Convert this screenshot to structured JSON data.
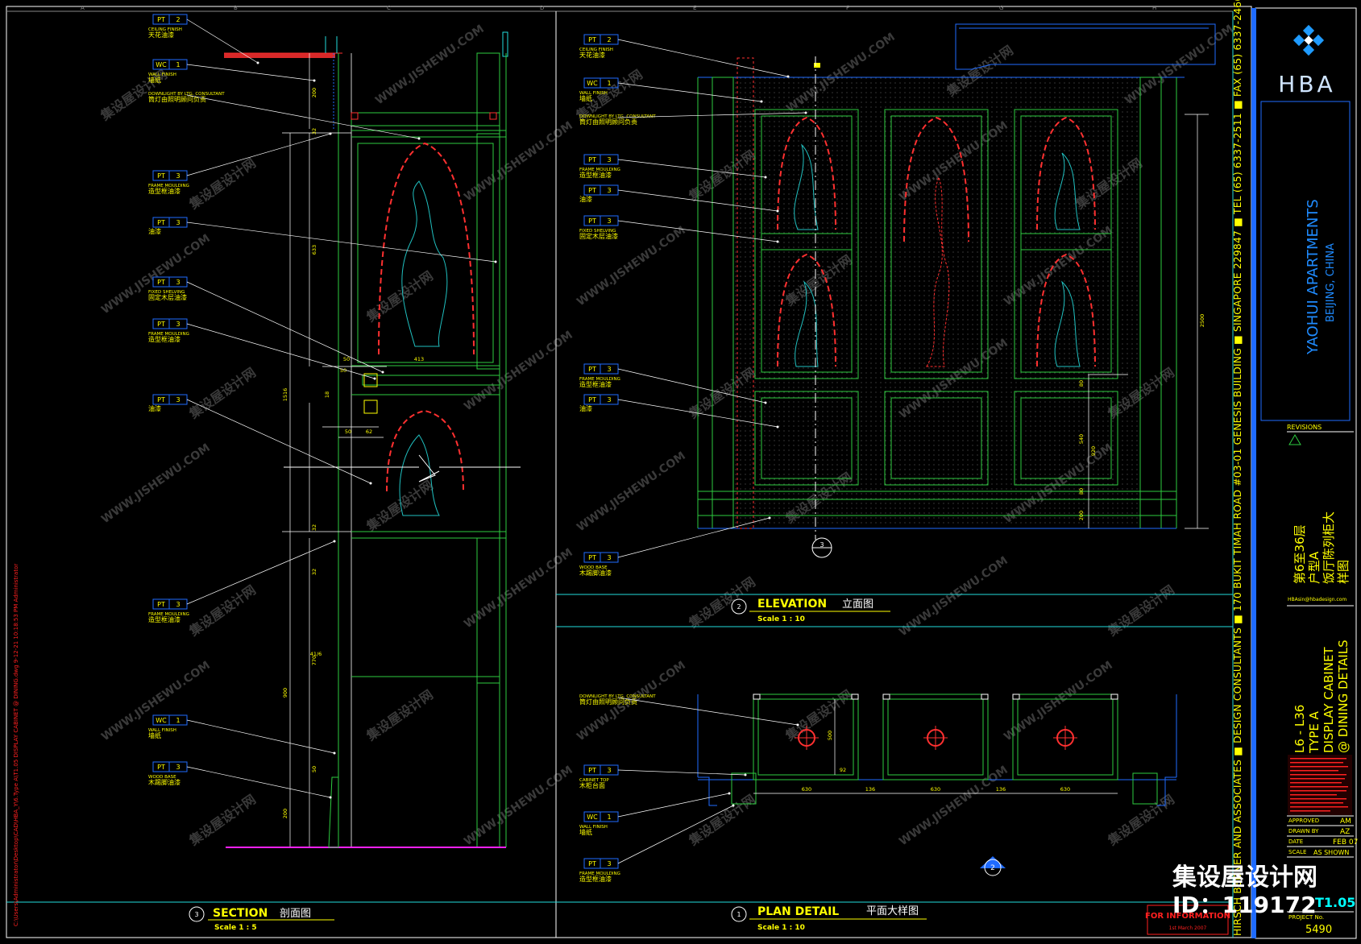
{
  "sheet": {
    "firm_name": "HBA",
    "firm_address": "HIRSCH BEDNER AND ASSOCIATES ■ DESIGN CONSULTANTS ■ 170 BUKIT TIMAH ROAD #03-01 GENESIS BUILDING ■ SINGAPORE 229847 ■ TEL (65) 6337-2511 ■ FAX (65) 6337-2466",
    "project_name": "YAOHUI APARTMENTS",
    "project_location": "BEIJING, CHINA",
    "revisions_label": "REVISIONS",
    "title_cn": [
      "第6至36层",
      "户型A",
      "饭厅陈列柜大",
      "样图"
    ],
    "email": "HBAsin@hbadesign.com",
    "title_en": [
      "L6 - L36",
      "TYPE A",
      "DISPLAY CABINET",
      "@ DINING  DETAILS"
    ],
    "approved_label": "APPROVED",
    "approved": "AM",
    "drawn_label": "DRAWN BY",
    "drawn": "AZ",
    "date_label": "DATE",
    "date": "FEB 07",
    "scale_label": "SCALE",
    "scale": "AS SHOWN",
    "drawing_no": "T1.05",
    "project_no_label": "PROJECT No.",
    "project_no": "5490",
    "stamp": "FOR INFORMATION",
    "stamp_date": "1st March 2007"
  },
  "views": {
    "section": {
      "num": "3",
      "title": "SECTION",
      "title_cn": "剖面图",
      "scale": "Scale 1 : 5"
    },
    "elevation": {
      "num": "2",
      "title": "ELEVATION",
      "title_cn": "立面图",
      "scale": "Scale 1 : 10"
    },
    "plan": {
      "num": "1",
      "title": "PLAN DETAIL",
      "title_cn": "平面大样图",
      "scale": "Scale 1 : 10"
    }
  },
  "callouts_section": [
    {
      "code": "PT",
      "num": "2",
      "en": "CEILING FINISH",
      "cn": "天花油漆"
    },
    {
      "code": "WC",
      "num": "1",
      "en": "WALL FINISH",
      "cn": "墙纸"
    },
    {
      "code": "",
      "num": "",
      "en": "DOWNLIGHT BY LTG. CONSULTANT",
      "cn": "筒灯由照明顾问负责"
    },
    {
      "code": "PT",
      "num": "3",
      "en": "FRAME MOULDING",
      "cn": "造型框油漆"
    },
    {
      "code": "PT",
      "num": "3",
      "en": "",
      "cn": "油漆"
    },
    {
      "code": "PT",
      "num": "3",
      "en": "FIXED SHELVING",
      "cn": "固定木层油漆"
    },
    {
      "code": "PT",
      "num": "3",
      "en": "FRAME MOULDING",
      "cn": "造型框油漆"
    },
    {
      "code": "PT",
      "num": "3",
      "en": "",
      "cn": "油漆"
    },
    {
      "code": "PT",
      "num": "3",
      "en": "FRAME MOULDING",
      "cn": "造型框油漆"
    },
    {
      "code": "WC",
      "num": "1",
      "en": "WALL FINISH",
      "cn": "墙纸"
    },
    {
      "code": "PT",
      "num": "3",
      "en": "WOOD BASE",
      "cn": "木踢脚油漆"
    }
  ],
  "callouts_elevation": [
    {
      "code": "PT",
      "num": "2",
      "en": "CEILING FINISH",
      "cn": "天花油漆"
    },
    {
      "code": "WC",
      "num": "1",
      "en": "WALL FINISH",
      "cn": "墙纸"
    },
    {
      "code": "",
      "num": "",
      "en": "DOWNLIGHT BY LTG. CONSULTANT",
      "cn": "筒灯由照明顾问负责"
    },
    {
      "code": "PT",
      "num": "3",
      "en": "FRAME MOULDING",
      "cn": "造型框油漆"
    },
    {
      "code": "PT",
      "num": "3",
      "en": "",
      "cn": "油漆"
    },
    {
      "code": "PT",
      "num": "3",
      "en": "FIXED SHELVING",
      "cn": "固定木层油漆"
    },
    {
      "code": "PT",
      "num": "3",
      "en": "FRAME MOULDING",
      "cn": "造型框油漆"
    },
    {
      "code": "PT",
      "num": "3",
      "en": "",
      "cn": "油漆"
    },
    {
      "code": "PT",
      "num": "3",
      "en": "WOOD BASE",
      "cn": "木踢脚油漆"
    }
  ],
  "callouts_plan": [
    {
      "code": "",
      "num": "",
      "en": "DOWNLIGHT BY LTG. CONSULTANT",
      "cn": "筒灯由照明顾问负责"
    },
    {
      "code": "PT",
      "num": "3",
      "en": "CABINET TOP",
      "cn": "木柜台面"
    },
    {
      "code": "WC",
      "num": "1",
      "en": "WALL FINISH",
      "cn": "墙纸"
    },
    {
      "code": "PT",
      "num": "3",
      "en": "FRAME MOULDING",
      "cn": "造型框油漆"
    }
  ],
  "dims_section": [
    "200",
    "32",
    "633",
    "1516",
    "413",
    "50",
    "50",
    "18",
    "62",
    "50",
    "32",
    "32",
    "770",
    "41/6",
    "900",
    "50",
    "200"
  ],
  "dims_elevation": [
    "2500",
    "80",
    "540",
    "80",
    "920",
    "200"
  ],
  "dims_plan": [
    "630",
    "136",
    "630",
    "136",
    "630",
    "500",
    "92"
  ],
  "grid_letters": [
    "A",
    "B",
    "C",
    "D",
    "E",
    "F",
    "G",
    "H"
  ],
  "watermark_text": "集设屋设计网",
  "watermark_url": "WWW.JISHEWU.COM",
  "watermark_brand": "集设屋设计网",
  "watermark_id": "ID：119172",
  "side_path": "C:\\Users\\Administrator\\Desktop\\CAD\\HBA_Y\\6.Type A\\T1.05 DISPLAY CABINET @ DINING.dwg  9-12-21  10:18:53 PM  Administrator",
  "colors": {
    "bg": "#000000",
    "yellow": "#ffff00",
    "cyan": "#00ffff",
    "green": "#2ecc40",
    "red": "#ff2020",
    "blue": "#1f6bff",
    "white": "#ffffff"
  }
}
